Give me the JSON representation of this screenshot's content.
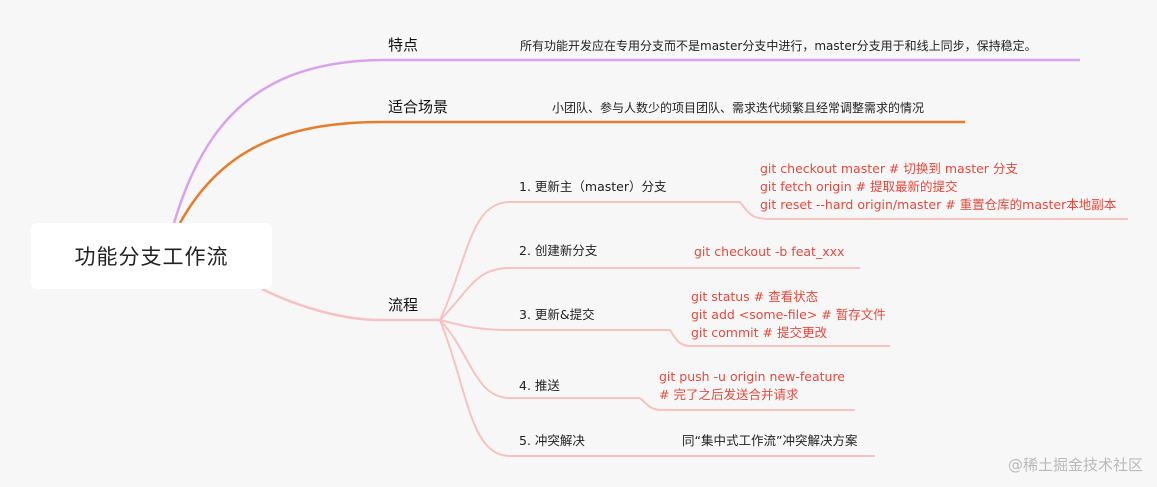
{
  "root": {
    "title": "功能分支工作流"
  },
  "branches": [
    {
      "label": "特点",
      "desc": "所有功能开发应在专用分支而不是master分支中进行，master分支用于和线上同步，保持稳定。",
      "color": "#d8a3ec"
    },
    {
      "label": "适合场景",
      "desc": "小团队、参与人数少的项目团队、需求迭代频繁且经常调整需求的情况",
      "color": "#e67d2d"
    },
    {
      "label": "流程",
      "color": "#f7c2c2"
    }
  ],
  "steps": [
    {
      "label": "1. 更新主（master）分支",
      "lines": [
        "git checkout master # 切换到 master 分支",
        "git fetch origin  # 提取最新的提交",
        "git reset --hard origin/master # 重置仓库的master本地副本"
      ]
    },
    {
      "label": "2. 创建新分支",
      "lines": [
        "git checkout -b feat_xxx"
      ]
    },
    {
      "label": "3. 更新&提交",
      "lines": [
        "git status  # 查看状态",
        "git add <some-file> # 暂存文件",
        "git commit  # 提交更改"
      ]
    },
    {
      "label": "4. 推送",
      "lines": [
        "git push -u origin new-feature",
        "# 完了之后发送合并请求"
      ]
    },
    {
      "label": "5. 冲突解决",
      "lines": [
        "同“集中式工作流”冲突解决方案"
      ]
    }
  ],
  "watermark": "@稀土掘金技术社区"
}
